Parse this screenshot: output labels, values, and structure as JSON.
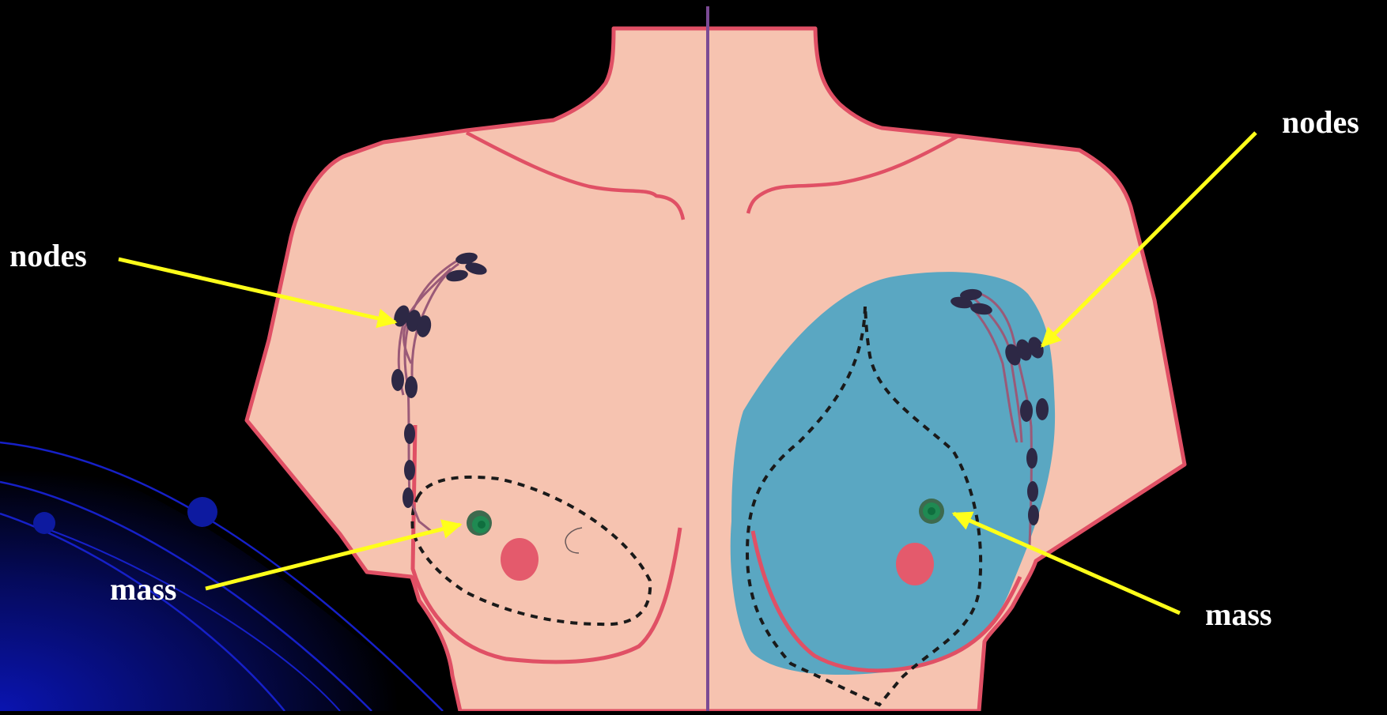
{
  "labels": {
    "nodes_left": "nodes",
    "mass_left": "mass",
    "nodes_right": "nodes",
    "mass_right": "mass"
  },
  "colors": {
    "background": "#000000",
    "skin": "#f6c3b0",
    "outline": "#e05065",
    "midline": "#7b4a94",
    "treatment_field": "#5aa7c2",
    "node": "#2d2845",
    "lymph_vessel": "#9a5a78",
    "mass": "#2e7d4f",
    "nipple": "#e45a6c",
    "arrow": "#ffff1a",
    "decor_blue": "#0a1aa8"
  }
}
